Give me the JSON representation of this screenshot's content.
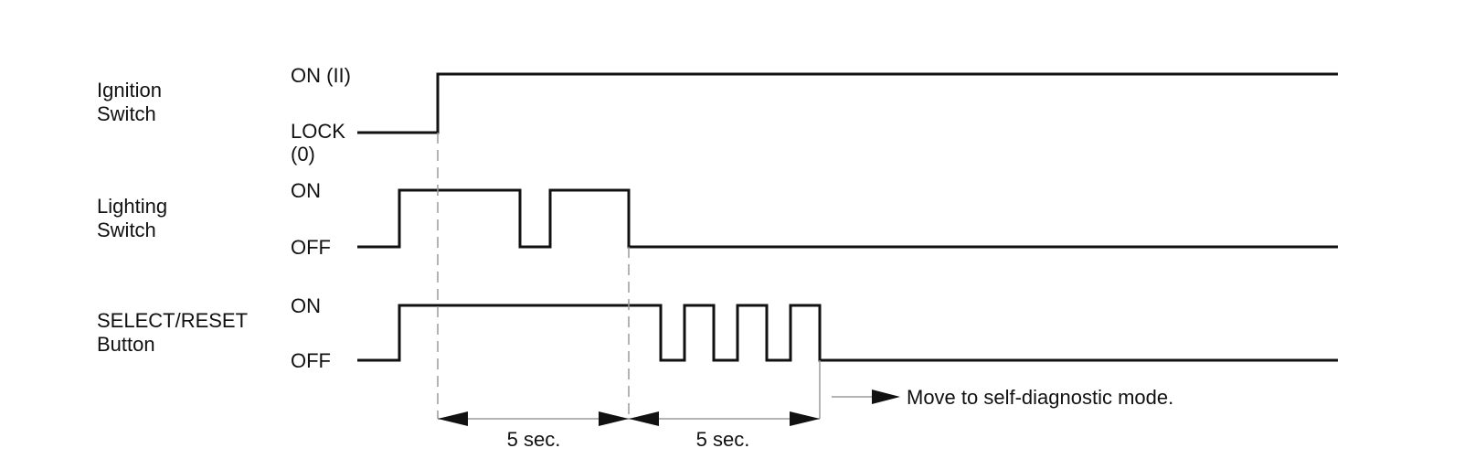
{
  "signals": {
    "ignition": {
      "name_line1": "Ignition",
      "name_line2": "Switch",
      "high_label": "ON (II)",
      "low_label_line1": "LOCK",
      "low_label_line2": "(0)"
    },
    "lighting": {
      "name_line1": "Lighting",
      "name_line2": "Switch",
      "high_label": "ON",
      "low_label": "OFF"
    },
    "select_reset": {
      "name_line1": "SELECT/RESET",
      "name_line2": "Button",
      "high_label": "ON",
      "low_label": "OFF"
    }
  },
  "intervals": [
    {
      "label": "5 sec."
    },
    {
      "label": "5 sec."
    }
  ],
  "result_note": "Move to self-diagnostic mode."
}
